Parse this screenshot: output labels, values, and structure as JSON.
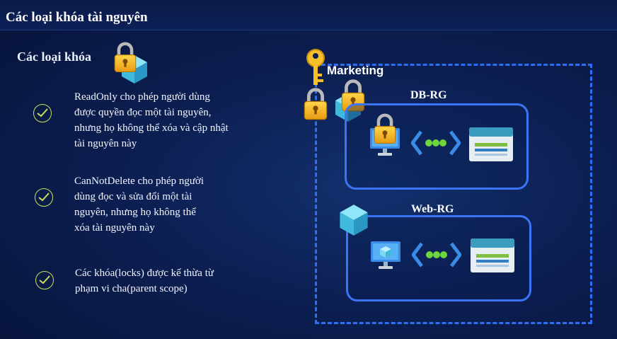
{
  "slide": {
    "title": "Các loại khóa tài nguyên"
  },
  "left": {
    "section_title": "Các loại khóa",
    "bullets": [
      {
        "lines": [
          "ReadOnly cho phép người dùng",
          "được quyền đọc một tài nguyên,",
          "nhưng họ không thể xóa và cập nhật",
          "tài nguyên này"
        ]
      },
      {
        "lines": [
          "CanNotDelete cho phép người",
          "dùng đọc và sửa đổi một tài",
          "nguyên, nhưng họ không thể",
          "xóa tài nguyên này"
        ]
      },
      {
        "lines": [
          "Các khóa(locks) được kế thừa từ",
          "phạm vi cha(parent scope)"
        ]
      }
    ]
  },
  "diagram": {
    "subscription_label": "Marketing",
    "rg1_label": "DB-RG",
    "rg2_label": "Web-RG"
  },
  "colors": {
    "accent_blue": "#3b74f5",
    "lock_gold": "#f2b01e",
    "cube_cyan": "#4fd0ee",
    "check_green": "#c9e05a"
  },
  "icons": [
    "lock-icon",
    "cube-icon",
    "key-icon",
    "monitor-icon",
    "code-brackets-icon",
    "storage-icon",
    "check-circle-icon"
  ]
}
